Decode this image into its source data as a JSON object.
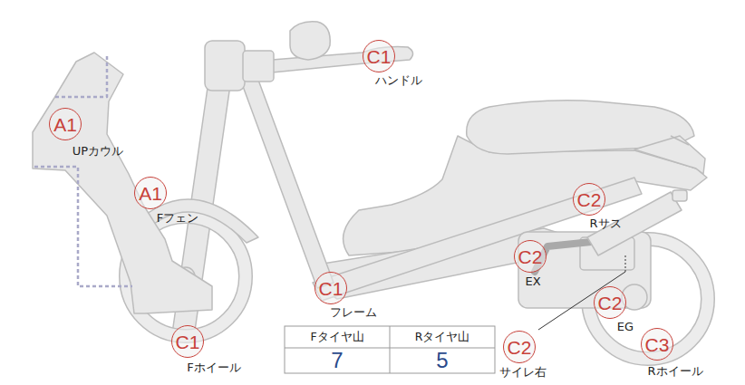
{
  "diagram": {
    "nodes": [
      {
        "text": [
          "C1",
          "ハンドル"
        ]
      },
      {
        "text": [
          "A1",
          "UPカウル"
        ]
      },
      {
        "text": [
          "A1",
          "Fフェン"
        ]
      },
      {
        "text": [
          "C2",
          "Rサス"
        ]
      },
      {
        "text": [
          "C2",
          "EX"
        ]
      },
      {
        "text": [
          "C1",
          "フレーム"
        ]
      },
      {
        "text": [
          "C2",
          "EG"
        ]
      },
      {
        "text": [
          "C1",
          "Fホイール"
        ]
      },
      {
        "text": [
          "C2",
          "サイレ右"
        ]
      },
      {
        "text": [
          "C3",
          "Rホイール"
        ]
      }
    ],
    "labels": [
      "Fタイヤ山",
      "Rタイヤ山",
      "7",
      "5"
    ]
  }
}
